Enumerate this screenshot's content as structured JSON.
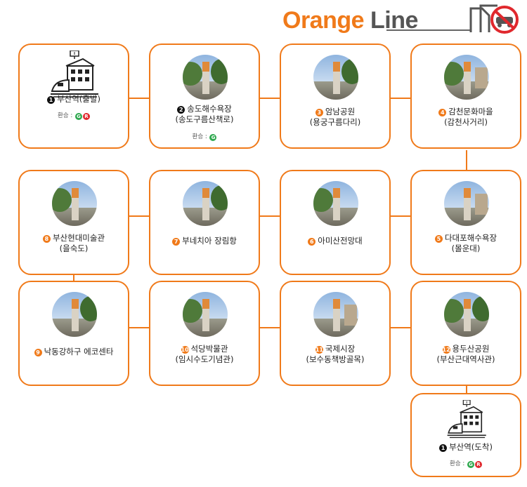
{
  "header": {
    "title_word1": "Orange",
    "title_word2": "Line",
    "logo_icon": "no-car-icon"
  },
  "colors": {
    "accent": "#f07a1a",
    "transfer_g": "#2fa84f",
    "transfer_r": "#e0282d"
  },
  "stations": [
    {
      "id": "s1",
      "num": "1",
      "num_style": "black",
      "line1": "부산역(출발)",
      "line2": "",
      "image": "train-station-icon",
      "transfer": {
        "label": "환승 :",
        "badges": [
          "G",
          "R"
        ]
      }
    },
    {
      "id": "s2",
      "num": "2",
      "num_style": "black",
      "line1": "송도해수욕장",
      "line2": "(송도구름산책로)",
      "image": "photo",
      "transfer": {
        "label": "환승 :",
        "badges": [
          "G"
        ]
      }
    },
    {
      "id": "s3",
      "num": "3",
      "num_style": "orange",
      "line1": "암남공원",
      "line2": "(용궁구름다리)",
      "image": "photo"
    },
    {
      "id": "s4",
      "num": "4",
      "num_style": "orange",
      "line1": "감천문화마을",
      "line2": "(감천사거리)",
      "image": "photo"
    },
    {
      "id": "s5",
      "num": "5",
      "num_style": "orange",
      "line1": "다대포해수욕장",
      "line2": "(몰운대)",
      "image": "photo"
    },
    {
      "id": "s6",
      "num": "6",
      "num_style": "orange",
      "line1": "아미산전망대",
      "line2": "",
      "image": "photo"
    },
    {
      "id": "s7",
      "num": "7",
      "num_style": "orange",
      "line1": "부네치아 장림항",
      "line2": "",
      "image": "photo"
    },
    {
      "id": "s8",
      "num": "8",
      "num_style": "orange",
      "line1": "부산현대미술관",
      "line2": "(을숙도)",
      "image": "photo"
    },
    {
      "id": "s9",
      "num": "9",
      "num_style": "orange",
      "line1": "낙동강하구 에코센타",
      "line2": "",
      "image": "photo"
    },
    {
      "id": "s10",
      "num": "10",
      "num_style": "orange",
      "line1": "석당박물관",
      "line2": "(임시수도기념관)",
      "image": "photo"
    },
    {
      "id": "s11",
      "num": "11",
      "num_style": "orange",
      "line1": "국제시장",
      "line2": "(보수동책방골목)",
      "image": "photo"
    },
    {
      "id": "s12",
      "num": "12",
      "num_style": "orange",
      "line1": "용두산공원",
      "line2": "(부산근대역사관)",
      "image": "photo"
    },
    {
      "id": "s13",
      "num": "1",
      "num_style": "black",
      "line1": "부산역(도착)",
      "line2": "",
      "image": "train-station-icon",
      "transfer": {
        "label": "환승 :",
        "badges": [
          "G",
          "R"
        ]
      }
    }
  ]
}
